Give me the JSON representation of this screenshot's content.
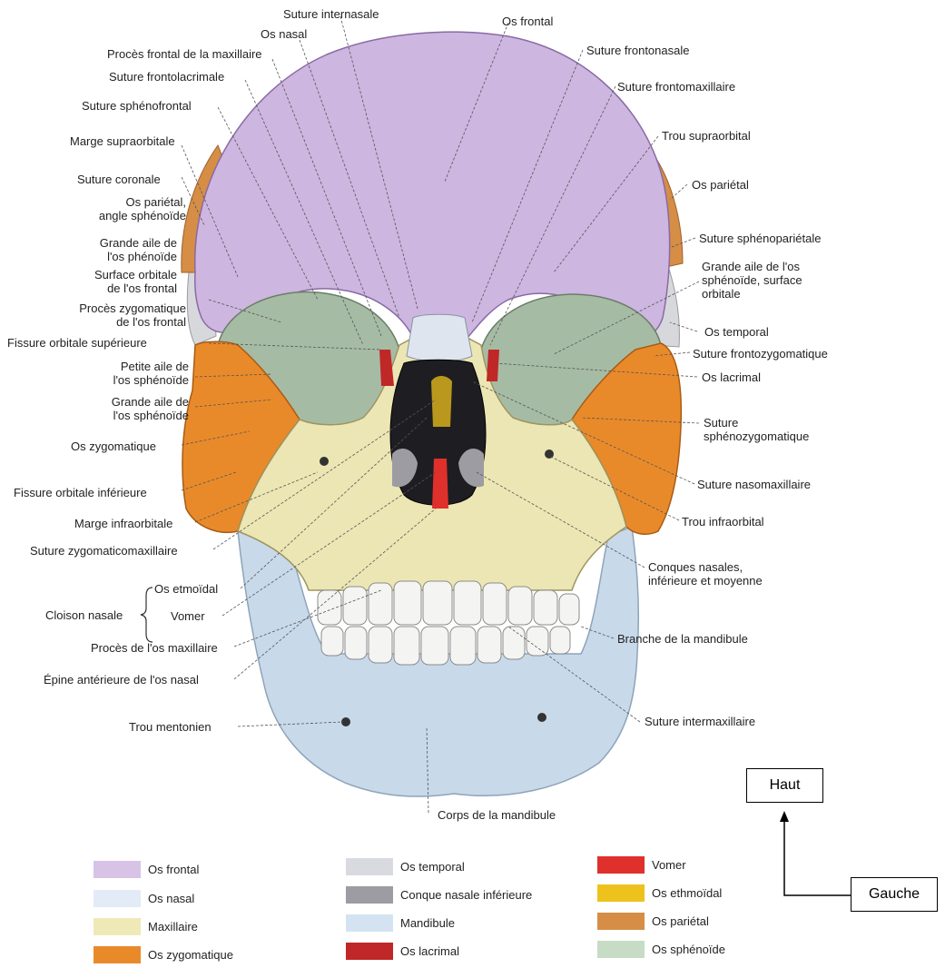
{
  "labels": {
    "suture_internasale": "Suture internasale",
    "os_nasal": "Os nasal",
    "proces_frontal_maxillaire": "Procès frontal de la maxillaire",
    "suture_frontolacrimale": "Suture frontolacrimale",
    "suture_sphenofrontal": "Suture sphénofrontal",
    "marge_supraorbitale": "Marge supraorbitale",
    "suture_coronale": "Suture coronale",
    "os_parietal_angle": "Os pariétal,\nangle sphénoïde",
    "grande_aile_1": "Grande aile de\nl'os phénoïde",
    "surface_orbitale_frontal": "Surface orbitale\nde l'os frontal",
    "proces_zygomatique_frontal": "Procès zygomatique\nde l'os frontal",
    "fissure_orbitale_sup": "Fissure orbitale supérieure",
    "petite_aile": "Petite aile de\nl'os sphénoïde",
    "grande_aile_2": "Grande aile de\nl'os sphénoïde",
    "os_zygomatique": "Os zygomatique",
    "fissure_orbitale_inf": "Fissure orbitale inférieure",
    "marge_infraorbitale": "Marge infraorbitale",
    "suture_zygomaticomaxillaire": "Suture zygomaticomaxillaire",
    "os_etmoidal": "Os etmoïdal",
    "cloison_nasale": "Cloison nasale",
    "vomer": "Vomer",
    "proces_os_maxillaire": "Procès de l'os maxillaire",
    "epine_anterieure": "Épine antérieure de l'os nasal",
    "trou_mentonien": "Trou mentonien",
    "os_frontal": "Os frontal",
    "suture_frontonasale": "Suture frontonasale",
    "suture_frontomaxillaire": "Suture frontomaxillaire",
    "trou_supraorbital": "Trou supraorbital",
    "os_parietal": "Os pariétal",
    "suture_sphenoparietale": "Suture sphénopariétale",
    "grande_aile_surface": "Grande aile de l'os\nsphénoïde, surface\norbitale",
    "os_temporal": "Os temporal",
    "suture_frontozygomatique": "Suture frontozygomatique",
    "os_lacrimal": "Os lacrimal",
    "suture_sphenozygomatique": "Suture\nsphénozygomatique",
    "suture_nasomaxillaire": "Suture nasomaxillaire",
    "trou_infraorbital": "Trou infraorbital",
    "conques_nasales": "Conques nasales,\ninférieure et moyenne",
    "branche_mandibule": "Branche de la mandibule",
    "suture_intermaxillaire": "Suture intermaxillaire",
    "corps_mandibule": "Corps de la mandibule"
  },
  "legend": [
    {
      "label": "Os frontal",
      "color": "#d8c3e6"
    },
    {
      "label": "Os nasal",
      "color": "#e3ebf7"
    },
    {
      "label": "Maxillaire",
      "color": "#efe9b8"
    },
    {
      "label": "Os zygomatique",
      "color": "#e98a2a"
    },
    {
      "label": "Os temporal",
      "color": "#d9dadf"
    },
    {
      "label": "Conque nasale inférieure",
      "color": "#9c9ca2"
    },
    {
      "label": "Mandibule",
      "color": "#d3e3f2"
    },
    {
      "label": "Os lacrimal",
      "color": "#c02727"
    },
    {
      "label": "Vomer",
      "color": "#e0302c"
    },
    {
      "label": "Os ethmoïdal",
      "color": "#eec21c"
    },
    {
      "label": "Os pariétal",
      "color": "#d68d45"
    },
    {
      "label": "Os sphénoïde",
      "color": "#c7dcc4"
    }
  ],
  "orientation": {
    "haut": "Haut",
    "gauche": "Gauche"
  }
}
